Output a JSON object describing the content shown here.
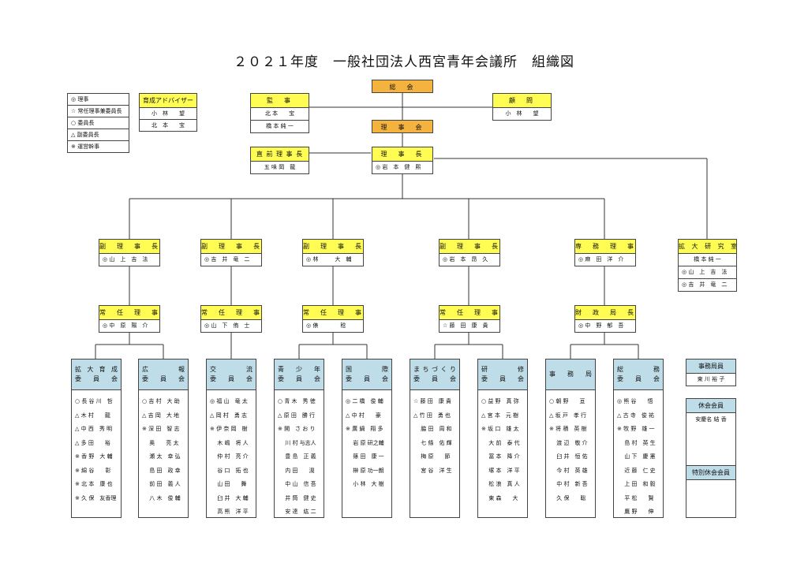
{
  "title": "２０２１年度　一般社団法人西宮青年会議所　組織図",
  "legend": [
    "◎ 理事",
    "☆ 常任理事兼委員長",
    "○ 委員長",
    "△ 副委員長",
    "※ 運営幹事"
  ],
  "advisor": {
    "header": "育成アドバイザー",
    "members": [
      "小　林　　望",
      "北　本　　宝"
    ]
  },
  "general_assembly": "総　会",
  "board": "理　事　会",
  "auditor": {
    "header": "監　事",
    "members": [
      "北 本　　宝",
      "橋 本 純 一"
    ]
  },
  "consultant": {
    "header": "顧　問",
    "members": [
      "小　林　　望"
    ]
  },
  "past_president": {
    "header": "直 前 理 事 長",
    "members": [
      "五 味 岡　龍"
    ]
  },
  "president": {
    "header": "理　事　長",
    "members": [
      "◎ 岩　本　健　熙"
    ]
  },
  "vice_presidents": [
    {
      "header": "副　理　事　長",
      "member": "◎ 山　上　吉　法"
    },
    {
      "header": "副　理　事　長",
      "member": "◎ 吉　井　竜　二"
    },
    {
      "header": "副　理　事　長",
      "member": "◎ 林　　　大　輔"
    },
    {
      "header": "副　理　事　長",
      "member": "◎ 岩　本　昂　久"
    },
    {
      "header": "専　務　理　事",
      "member": "◎ 麻　田　洋　介"
    }
  ],
  "expansion": {
    "header": "拡 大 研 究 室",
    "members": [
      "橋 本 純 一",
      "◎ 山　上　吉　法",
      "◎ 吉　井　竜　二"
    ]
  },
  "standing": [
    {
      "header": "常　任　理　事",
      "member": "◎ 中　原　陽　介"
    },
    {
      "header": "常　任　理　事",
      "member": "◎ 山　下　侑　士"
    },
    {
      "header": "常　任　理　事",
      "member": "◎ 俵　　　　稔"
    },
    {
      "header": "常　任　理　事",
      "member": "☆ 藤　田　康　貴"
    },
    {
      "header": "財　政　局　長",
      "member": "◎ 中　野　郁　吾"
    }
  ],
  "committees": [
    {
      "h1": [
        "拡",
        "大",
        "育",
        "成"
      ],
      "h2": [
        "委",
        "員",
        "会"
      ],
      "members": [
        "○ 長 谷 川　哲",
        "△ 木 村　　龍",
        "△ 中 西　秀 明",
        "△ 多 田　　裕",
        "※ 香 野　大 輔",
        "※ 綿 谷　　彰",
        "※ 北 本　康 也",
        "※ 久 保　友香理"
      ]
    },
    {
      "h1": [
        "広",
        "報"
      ],
      "h2": [
        "委",
        "員",
        "会"
      ],
      "members": [
        "○ 吉 村　大 助",
        "△ 吉 岡　大 地",
        "※ 深 田　智 志",
        "　 奥　　亮 太",
        "　 瀬 太　幸 弘",
        "　 島 田　政 幸",
        "　 前 田　義 人",
        "　 八 木　俊 輔"
      ]
    },
    {
      "h1": [
        "交",
        "流"
      ],
      "h2": [
        "委",
        "員",
        "会"
      ],
      "members": [
        "◎ 福 山　竜 太",
        "△ 岡 村　勇 志",
        "※ 伊 奈 岡　樹",
        "　 木 嶋　将 人",
        "　 仲 村　亮 介",
        "　 谷 口　拓 也",
        "　 山 田　　舞",
        "　 臼 井　大 輔",
        "　 高 熊　洋 平"
      ]
    },
    {
      "h1": [
        "青",
        "少",
        "年"
      ],
      "h2": [
        "委",
        "員",
        "会"
      ],
      "members": [
        "○ 青 木　秀 徳",
        "△ 原 田　勝 行",
        "※ 開　さ お り",
        "　 川 村 与志人",
        "　 豊 島　正 義",
        "　 内 田　　滉",
        "　 中 山　信 吾",
        "　 井 筒　健 史",
        "　 安 達　紘 二"
      ]
    },
    {
      "h1": [
        "国",
        "際"
      ],
      "h2": [
        "委",
        "員",
        "会"
      ],
      "members": [
        "◎ 二 橋　俊 輔",
        "△ 中 村　　豪",
        "※ 廣 鍋　翔 多",
        "　 岩 原 研之輔",
        "　 篠 田　康 一",
        "　 榊 原 功一朗",
        "　 小 林　大 樹"
      ]
    },
    {
      "h1": [
        "ま",
        "ち",
        "づ",
        "く",
        "り"
      ],
      "h2": [
        "委",
        "員",
        "会"
      ],
      "members": [
        "☆ 藤 田　康 貴",
        "△ 竹 田　勇 也",
        "　 脇 田　周 和",
        "　 七 條　佑 輝",
        "　 梅 原　　節",
        "　 宮 谷　洋 生"
      ]
    },
    {
      "h1": [
        "研",
        "修"
      ],
      "h2": [
        "委",
        "員",
        "会"
      ],
      "members": [
        "○ 益 野　真 弥",
        "△ 宮 本　元 樹",
        "※ 坂 口　雄 太",
        "　 大 前　泰 代",
        "　 冨 本　降 介",
        "　 塚 本　洋 平",
        "　 松 浪　真 人",
        "　 東 森　　大"
      ]
    },
    {
      "h1": [
        "事",
        "務",
        "局"
      ],
      "h2": [],
      "members": [
        "○ 朝 野　　亘",
        "△ 坂 戸　孝 行",
        "※ 将 積　英 樹",
        "　 渡 辺　敬 介",
        "　 臼 井　恒 佑",
        "　 今 村　英 雄",
        "　 中 村　新 吾",
        "　 久 保　　聡"
      ]
    },
    {
      "h1": [
        "総",
        "務"
      ],
      "h2": [
        "委",
        "員",
        "会"
      ],
      "members": [
        "◎ 熊 谷　　悟",
        "△ 古 寺　俊 祐",
        "※ 牧 野　雄 一",
        "　 島 村　英 生",
        "　 山 下　慶 憲",
        "　 近 藤　仁 史",
        "　 上 田　和 毅",
        "　 平 松　　賢",
        "　 鷹 野　　伸"
      ]
    }
  ],
  "secretariat": {
    "header": "事務局員",
    "member": "東 川 裕 子"
  },
  "leave": {
    "header": "休会会員",
    "member": "安慶名 結 香"
  },
  "special_leave": {
    "header": "特別休会会員"
  }
}
